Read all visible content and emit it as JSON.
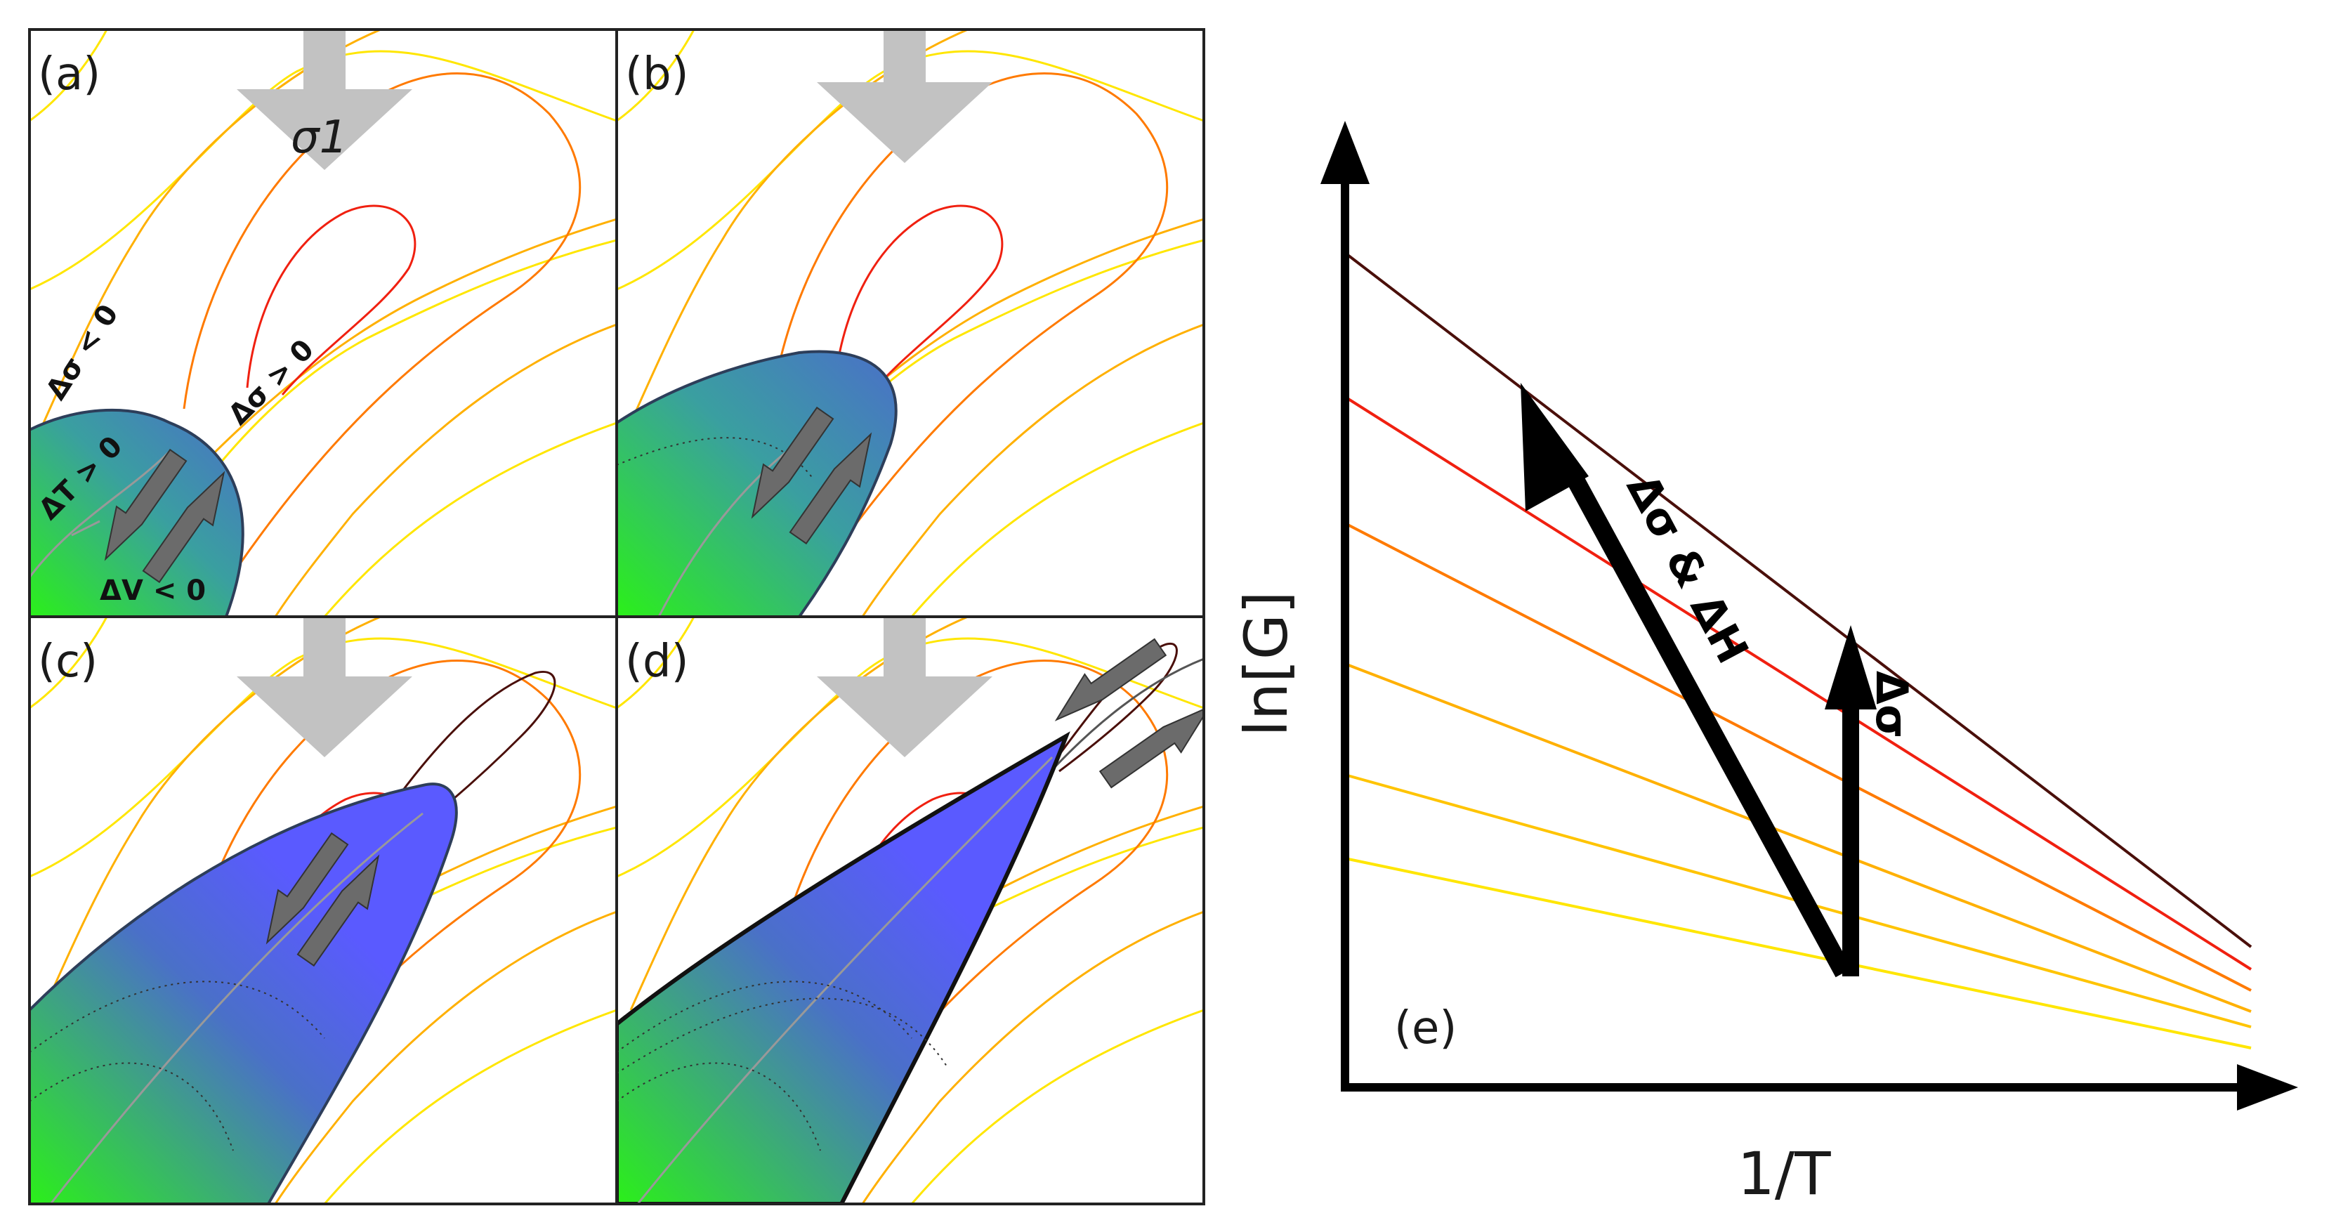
{
  "panels": {
    "a": {
      "label": "(a)",
      "stress_label": "σ1",
      "annotations": {
        "stress_neg": "Δσ < 0",
        "stress_pos": "Δσ > 0",
        "temp_pos": "ΔT > 0",
        "vol_neg": "ΔV < 0"
      }
    },
    "b": {
      "label": "(b)"
    },
    "c": {
      "label": "(c)"
    },
    "d": {
      "label": "(d)"
    }
  },
  "panel_e": {
    "label": "(e)",
    "y_axis_label": "ln[G]",
    "x_axis_label": "1/T",
    "arrow_long_label": "Δσ & ΔH",
    "arrow_short_label": "Δσ"
  },
  "colors": {
    "contours": [
      "#ffe600",
      "#ffb000",
      "#ff7a00",
      "#f02010",
      "#4a0f0a"
    ],
    "grad_green": "#2bf019",
    "grad_blue": "#4a70c8",
    "grad_violet": "#5a5aff",
    "stress_arrow": "#c2c2c2",
    "slip_arrow": "#6b6b6b"
  }
}
